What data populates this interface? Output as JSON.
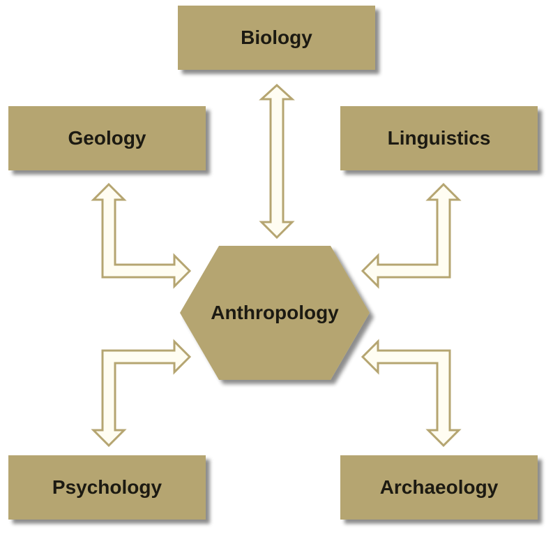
{
  "nodes": {
    "center": "Anthropology",
    "biology": "Biology",
    "geology": "Geology",
    "linguistics": "Linguistics",
    "psychology": "Psychology",
    "archaeology": "Archaeology"
  },
  "colors": {
    "box_fill": "#b5a571",
    "arrow_fill": "#fffdf2",
    "arrow_stroke": "#b5a571",
    "text": "#1c1a12"
  }
}
